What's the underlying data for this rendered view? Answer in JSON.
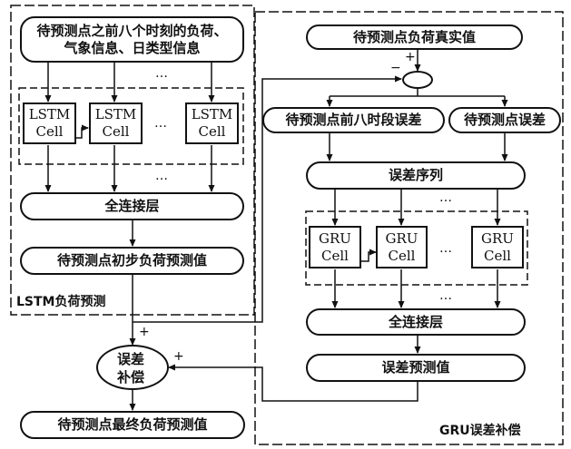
{
  "lstm": {
    "region_label": "LSTM负荷预测",
    "input": "待预测点之前八个时刻的负荷、气象信息、日类型信息",
    "cells": [
      {
        "line1": "LSTM",
        "line2": "Cell"
      },
      {
        "line1": "LSTM",
        "line2": "Cell"
      },
      {
        "line1": "LSTM",
        "line2": "Cell"
      }
    ],
    "ellipsis": "…",
    "fc_layer": "全连接层",
    "initial_forecast": "待预测点初步负荷预测值"
  },
  "gru": {
    "region_label": "GRU误差补偿",
    "actual": "待预测点负荷真实值",
    "prev_errors": "待预测点前八时段误差",
    "point_error": "待预测点误差",
    "error_sequence": "误差序列",
    "cells": [
      {
        "line1": "GRU",
        "line2": "Cell"
      },
      {
        "line1": "GRU",
        "line2": "Cell"
      },
      {
        "line1": "GRU",
        "line2": "Cell"
      }
    ],
    "ellipsis": "…",
    "fc_layer": "全连接层",
    "error_forecast": "误差预测值"
  },
  "compensation": {
    "line1": "误差",
    "line2": "补偿"
  },
  "final_forecast": "待预测点最终负荷预测值",
  "signs": {
    "plus": "+",
    "minus": "−"
  }
}
